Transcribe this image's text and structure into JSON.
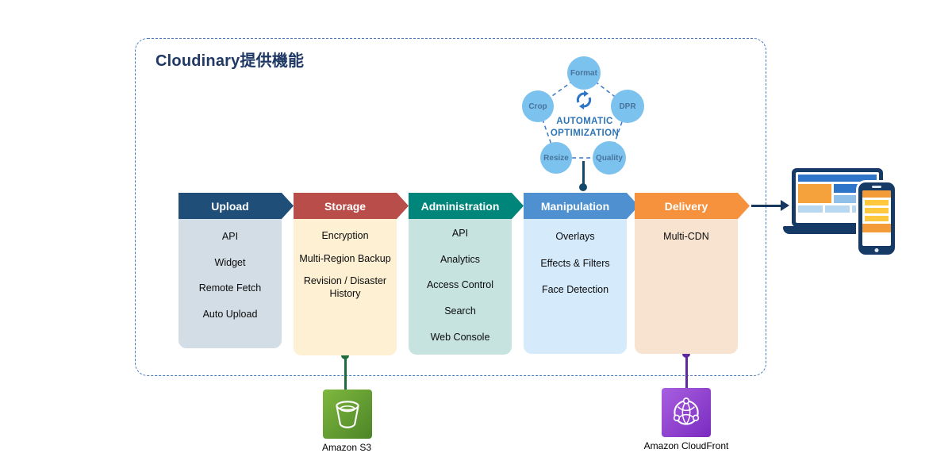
{
  "title": "Cloudinary提供機能",
  "optimization": {
    "line1": "AUTOMATIC",
    "line2": "OPTIMIZATION",
    "icon": "refresh-cycle-icon",
    "nodes": {
      "format": "Format",
      "crop": "Crop",
      "dpr": "DPR",
      "resize": "Resize",
      "quality": "Quality"
    }
  },
  "columns": [
    {
      "header": "Upload",
      "header_color": "#1f4e79",
      "body_color": "#d3dde5",
      "items": [
        "API",
        "Widget",
        "Remote Fetch",
        "Auto Upload"
      ]
    },
    {
      "header": "Storage",
      "header_color": "#b84d4a",
      "body_color": "#fdf0d3",
      "items": [
        "Encryption",
        "Multi-Region Backup",
        "Revision / Disaster History"
      ]
    },
    {
      "header": "Administration",
      "header_color": "#00857a",
      "body_color": "#c6e3e0",
      "items": [
        "API",
        "Analytics",
        "Access Control",
        "Search",
        "Web Console"
      ]
    },
    {
      "header": "Manipulation",
      "header_color": "#4e90d0",
      "body_color": "#d5eafb",
      "items": [
        "Overlays",
        "Effects & Filters",
        "Face Detection"
      ]
    },
    {
      "header": "Delivery",
      "header_color": "#f6913d",
      "body_color": "#f7e3cf",
      "items": [
        "Multi-CDN"
      ]
    }
  ],
  "services": {
    "s3": {
      "label": "Amazon S3",
      "icon": "s3-bucket-icon",
      "color": "#5c9a31"
    },
    "cloudfront": {
      "label": "Amazon CloudFront",
      "icon": "cloudfront-globe-icon",
      "color": "#8b3fd1"
    }
  },
  "colors": {
    "frame": "#4b7bbf",
    "title": "#1f3864",
    "node_fill": "#7cc2ee",
    "node_text": "#47749c",
    "optimization_text": "#2e75b6",
    "connector_manipulation": "#14486b",
    "connector_s3": "#1e6b3c",
    "connector_cloudfront": "#5e2a9e",
    "device_arrow": "#17375e"
  }
}
